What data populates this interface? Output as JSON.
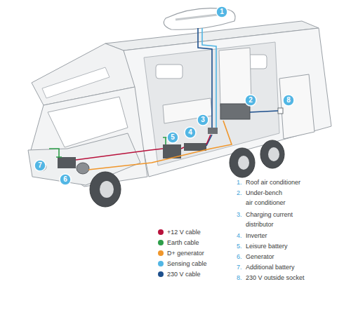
{
  "diagram": {
    "nodes": [
      {
        "text": [
          "1"
        ]
      },
      {
        "text": [
          "2"
        ]
      },
      {
        "text": [
          "3"
        ]
      },
      {
        "text": [
          "4"
        ]
      },
      {
        "text": [
          "5"
        ]
      },
      {
        "text": [
          "6"
        ]
      },
      {
        "text": [
          "7"
        ]
      },
      {
        "text": [
          "8"
        ]
      }
    ],
    "labels": [
      "1.",
      "Roof air conditioner",
      "2.",
      "Under-bench air conditioner",
      "3.",
      "Charging current distributor",
      "4.",
      "Inverter",
      "5.",
      "Leisure battery",
      "6.",
      "Generator",
      "7.",
      "Additional battery",
      "8.",
      "230 V outside socket"
    ],
    "legend": [
      {
        "text": "+12 V cable",
        "color": "#b8123c"
      },
      {
        "text": "Earth cable",
        "color": "#2e9e4a"
      },
      {
        "text": "D+ generator",
        "color": "#f0962b"
      },
      {
        "text": "Sensing cable",
        "color": "#52b6e4"
      },
      {
        "text": "230 V cable",
        "color": "#1d4f8c"
      }
    ]
  }
}
